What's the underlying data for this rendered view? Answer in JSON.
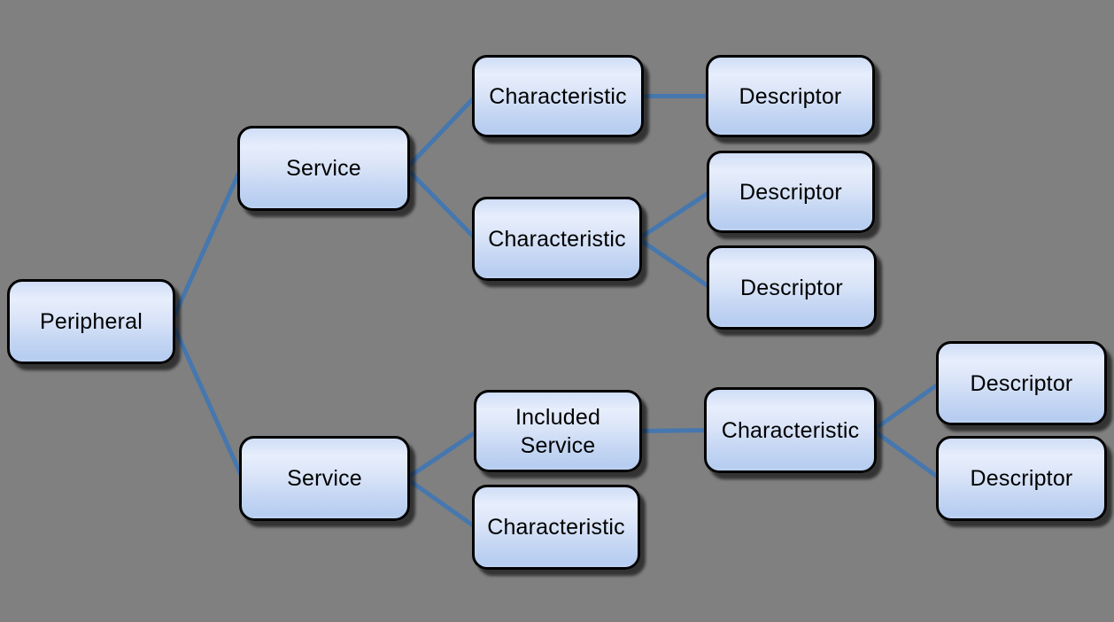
{
  "diagram": {
    "nodes": [
      {
        "id": "peripheral",
        "label": "Peripheral"
      },
      {
        "id": "service-1",
        "label": "Service"
      },
      {
        "id": "characteristic-1",
        "label": "Characteristic"
      },
      {
        "id": "descriptor-1",
        "label": "Descriptor"
      },
      {
        "id": "characteristic-2",
        "label": "Characteristic"
      },
      {
        "id": "descriptor-2",
        "label": "Descriptor"
      },
      {
        "id": "descriptor-3",
        "label": "Descriptor"
      },
      {
        "id": "service-2",
        "label": "Service"
      },
      {
        "id": "included-service",
        "label": "Included\nService"
      },
      {
        "id": "characteristic-3",
        "label": "Characteristic"
      },
      {
        "id": "characteristic-4",
        "label": "Characteristic"
      },
      {
        "id": "descriptor-4",
        "label": "Descriptor"
      },
      {
        "id": "descriptor-5",
        "label": "Descriptor"
      }
    ],
    "edges": [
      {
        "from": "peripheral",
        "to": "service-1"
      },
      {
        "from": "peripheral",
        "to": "service-2"
      },
      {
        "from": "service-1",
        "to": "characteristic-1"
      },
      {
        "from": "service-1",
        "to": "characteristic-2"
      },
      {
        "from": "characteristic-1",
        "to": "descriptor-1"
      },
      {
        "from": "characteristic-2",
        "to": "descriptor-2"
      },
      {
        "from": "characteristic-2",
        "to": "descriptor-3"
      },
      {
        "from": "service-2",
        "to": "included-service"
      },
      {
        "from": "service-2",
        "to": "characteristic-3"
      },
      {
        "from": "included-service",
        "to": "characteristic-4"
      },
      {
        "from": "characteristic-4",
        "to": "descriptor-4"
      },
      {
        "from": "characteristic-4",
        "to": "descriptor-5"
      }
    ]
  },
  "colors": {
    "background": "#808080",
    "connector": "#4677ae",
    "box_border": "#000000",
    "box_fill_top": "#e7eefc",
    "box_fill_bottom": "#b6cdf0",
    "text": "#000000"
  }
}
